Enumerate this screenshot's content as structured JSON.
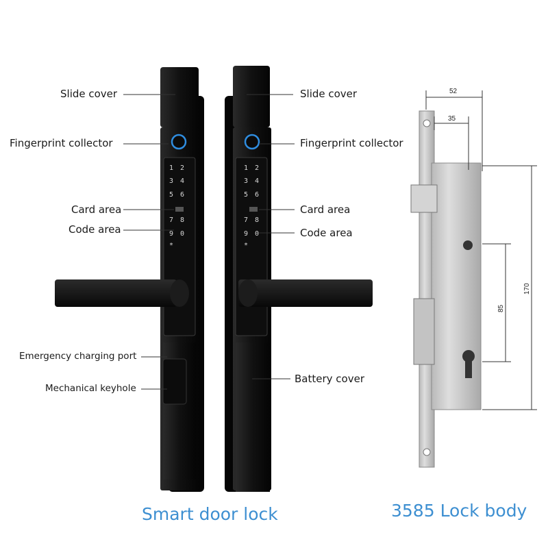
{
  "left_lock": {
    "labels": {
      "slide_cover": "Slide cover",
      "fingerprint": "Fingerprint collector",
      "card_area": "Card area",
      "code_area": "Code area",
      "emergency_port": "Emergency charging port",
      "mechanical_keyhole": "Mechanical keyhole"
    }
  },
  "right_lock": {
    "labels": {
      "slide_cover": "Slide cover",
      "fingerprint": "Fingerprint collector",
      "card_area": "Card area",
      "code_area": "Code area",
      "battery_cover": "Battery cover"
    }
  },
  "keypad": {
    "keys": [
      "1",
      "2",
      "3",
      "4",
      "5",
      "6",
      "7",
      "8",
      "9",
      "0",
      "*"
    ]
  },
  "lock_body": {
    "dimensions": {
      "width_outer": "52",
      "width_inner": "35",
      "height_total": "170",
      "height_spacing": "85"
    }
  },
  "captions": {
    "smart_door_lock": "Smart door lock",
    "lock_body": "3585 Lock body"
  },
  "colors": {
    "caption": "#3d8fd1",
    "lock_black": "#141414",
    "fingerprint_ring": "#2f8de0",
    "steel": "#c9c9c9"
  }
}
